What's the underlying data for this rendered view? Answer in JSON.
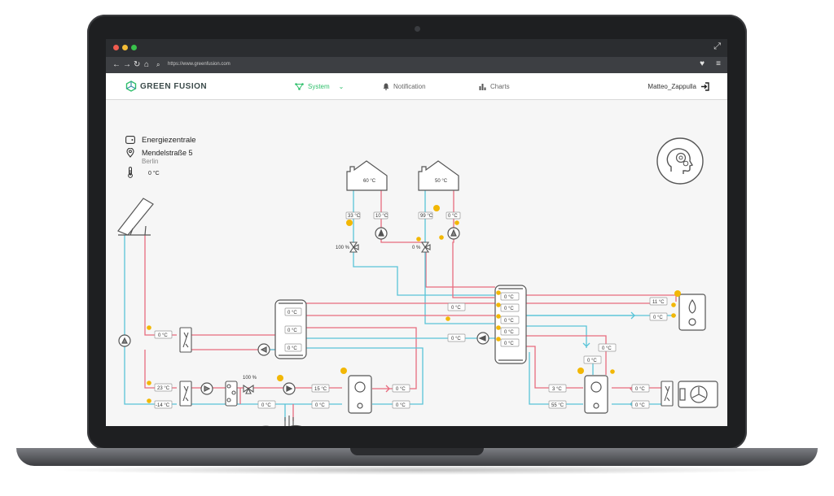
{
  "browser": {
    "url": "https://www.greenfusion.com"
  },
  "header": {
    "logo_text": "GREEN FUSION",
    "nav": [
      {
        "label": "System",
        "active": true
      },
      {
        "label": "Notification",
        "active": false
      },
      {
        "label": "Charts",
        "active": false
      }
    ],
    "user_name": "Matteo_Zappulla"
  },
  "site": {
    "name": "Energiezentrale",
    "street": "Mendelstraße 5",
    "city": "Berlin",
    "outdoor_temp": "0 °C"
  },
  "buildings": [
    {
      "temp": "60 °C",
      "flow": "33 °C",
      "return": "10 °C",
      "valve": "100 %"
    },
    {
      "temp": "50 °C",
      "flow": "99 °C",
      "return": "0 °C",
      "valve": "0 %"
    }
  ],
  "solar": {
    "collector_temp": "0 °C"
  },
  "buffer_tank": {
    "sensors": [
      "0 °C",
      "0 °C",
      "0 °C"
    ]
  },
  "storage_tank": {
    "sensors": [
      "0 °C",
      "0 °C",
      "0 °C",
      "0 °C",
      "0 °C"
    ],
    "in_left_upper": "0 °C",
    "in_left_lower": "0 °C"
  },
  "boiler": {
    "flow": "11 °C",
    "return": "0 °C"
  },
  "ground_loop": {
    "flow": "23 °C",
    "return": "-14 °C",
    "valve": "100 %",
    "hp_in": "15 °C",
    "hp_in_lower": "0 °C",
    "ground": "0 °C",
    "hp_out_upper": "0 °C",
    "hp_out_lower": "0 °C"
  },
  "air_heat_pump": {
    "upper": "0 °C",
    "drop": "0 °C",
    "flow": "3 °C",
    "return": "55 °C",
    "outdoor_upper": "0 °C",
    "outdoor_lower": "0 °C"
  },
  "colors": {
    "hot": "#e86b7e",
    "cold": "#59c4d8",
    "accent": "#2dbf6a",
    "warning": "#f2b705"
  }
}
